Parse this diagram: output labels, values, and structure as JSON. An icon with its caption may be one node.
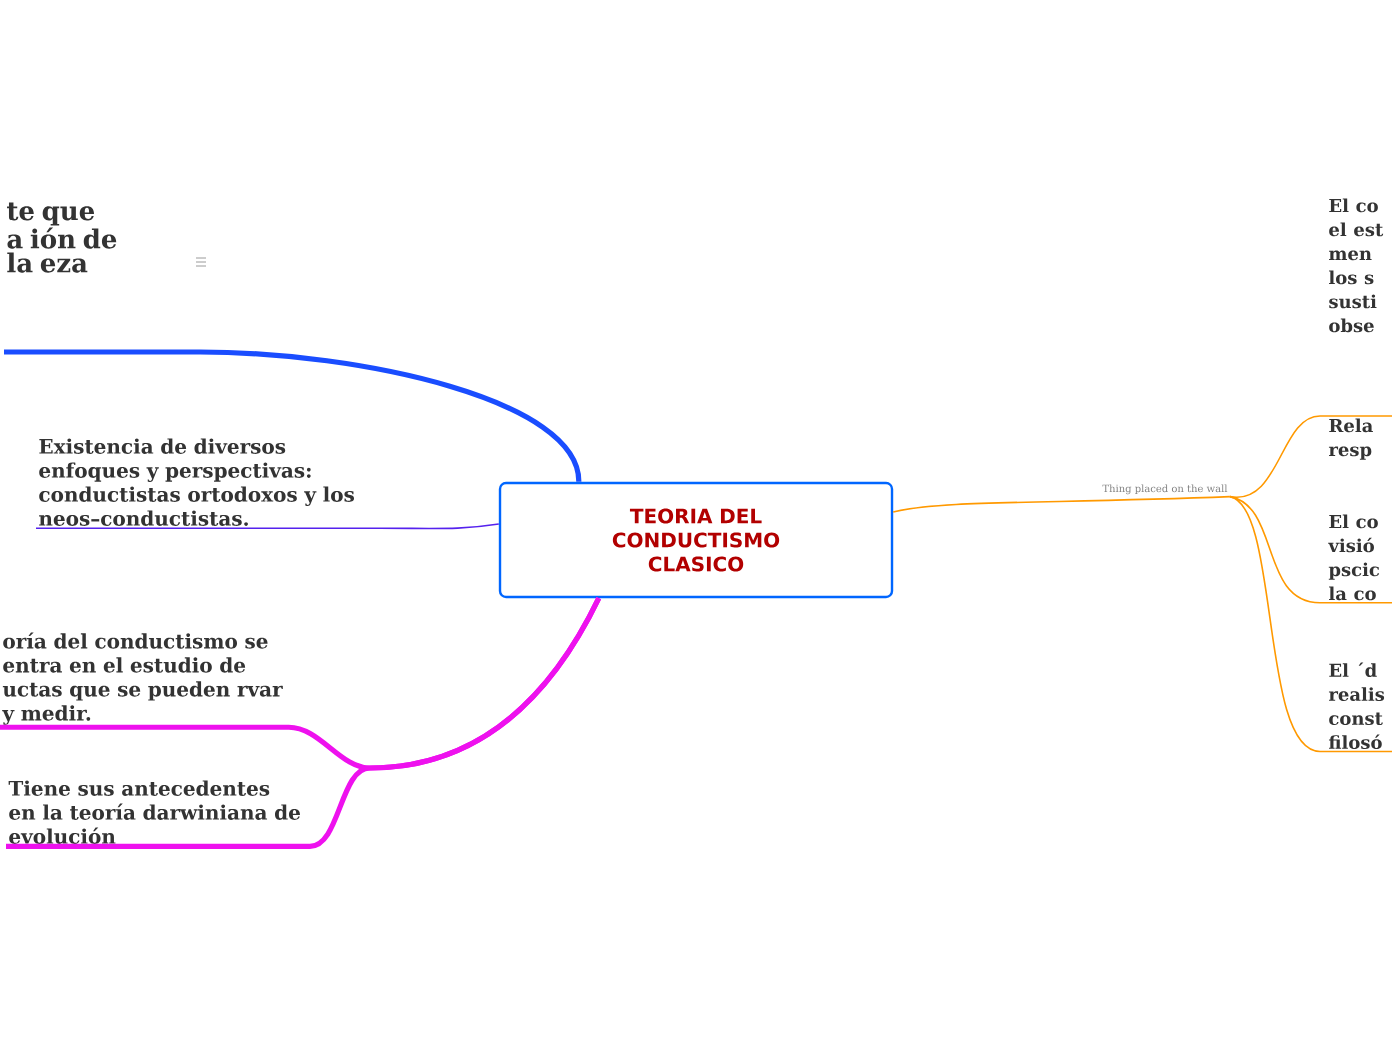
{
  "diagram": {
    "nodes": [
      {
        "text": [
          "TEORIA DEL CONDUCTISMO CLASICO"
        ]
      },
      {
        "text": [
          "te que a ión de la eza"
        ]
      },
      {
        "text": [
          "Existencia de diversos enfoques y perspectivas: conductistas ortodoxos y los neos–conductistas."
        ]
      },
      {
        "text": [
          "oría del conductismo se entra en el estudio de uctas que se pueden rvar y medir."
        ]
      },
      {
        "text": [
          "Tiene sus antecedentes en la teoría darwiniana de evolución"
        ]
      },
      {
        "text": [
          "Thing placed on the wall"
        ]
      },
      {
        "text": [
          "El co el est men los s susti obse"
        ]
      },
      {
        "text": [
          "Rela resp"
        ]
      },
      {
        "text": [
          "El co visió pscic la co"
        ]
      },
      {
        "text": [
          "El ´d realis const filosó"
        ]
      }
    ],
    "edges": [
      {
        "from": 0,
        "to": 1,
        "arrow": "none",
        "style": "thick",
        "color": "#1a4dff"
      },
      {
        "from": 0,
        "to": 2,
        "arrow": "none",
        "color": "#5522ee"
      },
      {
        "from": 0,
        "to": 3,
        "arrow": "none",
        "style": "thick",
        "color": "#ee11ee"
      },
      {
        "from": 0,
        "to": 4,
        "arrow": "none",
        "style": "thick",
        "color": "#ee11ee"
      },
      {
        "from": 0,
        "to": 5,
        "arrow": "none",
        "color": "#ff9900"
      },
      {
        "from": 5,
        "to": 7,
        "arrow": "none",
        "color": "#ff9900"
      },
      {
        "from": 5,
        "to": 8,
        "arrow": "none",
        "color": "#ff9900"
      },
      {
        "from": 5,
        "to": 9,
        "arrow": "none",
        "color": "#ff9900"
      }
    ]
  }
}
